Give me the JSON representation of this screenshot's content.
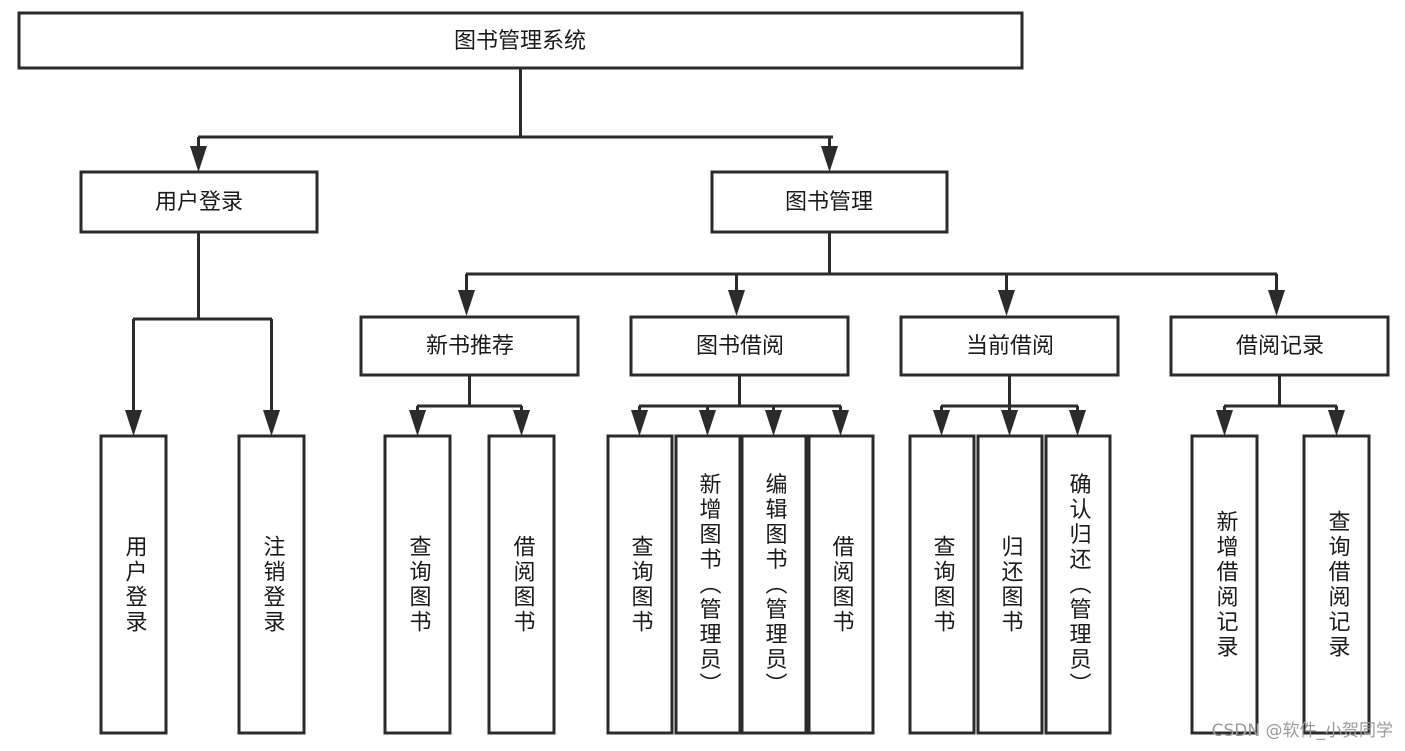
{
  "diagram": {
    "type": "tree",
    "title": "图书管理系统",
    "root": {
      "id": "root",
      "label": "图书管理系统",
      "level": 0
    },
    "level2": [
      {
        "id": "user-login",
        "label": "用户登录"
      },
      {
        "id": "book-management",
        "label": "图书管理"
      }
    ],
    "level3": [
      {
        "id": "new-book-recommend",
        "label": "新书推荐",
        "parent": "book-management"
      },
      {
        "id": "book-borrow",
        "label": "图书借阅",
        "parent": "book-management"
      },
      {
        "id": "current-borrow",
        "label": "当前借阅",
        "parent": "book-management"
      },
      {
        "id": "borrow-record",
        "label": "借阅记录",
        "parent": "book-management"
      }
    ],
    "leaves": [
      {
        "id": "leaf-user-login",
        "label": "用户登录",
        "parent": "user-login"
      },
      {
        "id": "leaf-logout-login",
        "label": "注销登录",
        "parent": "user-login"
      },
      {
        "id": "leaf-query-book-1",
        "label": "查询图书",
        "parent": "new-book-recommend"
      },
      {
        "id": "leaf-borrow-book-1",
        "label": "借阅图书",
        "parent": "new-book-recommend"
      },
      {
        "id": "leaf-query-book-2",
        "label": "查询图书",
        "parent": "book-borrow"
      },
      {
        "id": "leaf-add-book",
        "label": "新增图书（管理员）",
        "parent": "book-borrow"
      },
      {
        "id": "leaf-edit-book",
        "label": "编辑图书（管理员）",
        "parent": "book-borrow"
      },
      {
        "id": "leaf-borrow-book-2",
        "label": "借阅图书",
        "parent": "book-borrow"
      },
      {
        "id": "leaf-query-book-3",
        "label": "查询图书",
        "parent": "current-borrow"
      },
      {
        "id": "leaf-return-book",
        "label": "归还图书",
        "parent": "current-borrow"
      },
      {
        "id": "leaf-confirm-return",
        "label": "确认归还（管理员）",
        "parent": "current-borrow"
      },
      {
        "id": "leaf-add-record",
        "label": "新增借阅记录",
        "parent": "borrow-record"
      },
      {
        "id": "leaf-query-record",
        "label": "查询借阅记录",
        "parent": "borrow-record"
      }
    ]
  },
  "watermark": {
    "text": "CSDN @软件_小贺同学"
  },
  "colors": {
    "stroke": "#2b2b2b",
    "fill": "#ffffff",
    "text": "#1a1a1a",
    "watermark": "#9a9a9a"
  }
}
